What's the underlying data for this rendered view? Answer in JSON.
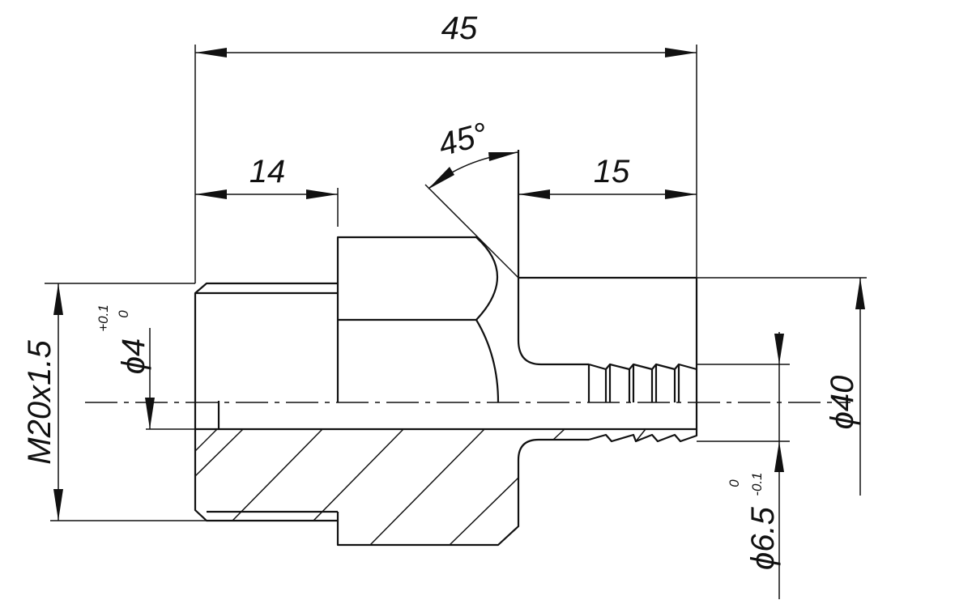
{
  "drawing": {
    "dimensions": {
      "overall_length": "45",
      "left_length": "14",
      "right_length": "15",
      "angle": "45°",
      "thread": "M20x1.5",
      "bore_diameter": "ϕ4",
      "bore_tol_upper": "+0.1",
      "bore_tol_lower": "0",
      "barb_diameter": "ϕ6.5",
      "barb_tol_upper": "0",
      "barb_tol_lower": "-0.1",
      "outer_diameter": "ϕ40"
    }
  }
}
